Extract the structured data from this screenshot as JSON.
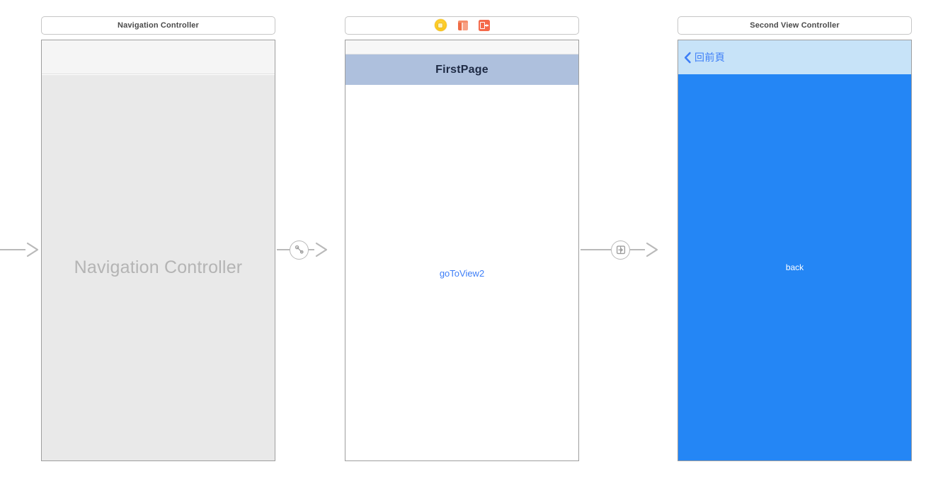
{
  "canvas": {
    "background": "#ffffff",
    "accent_blue": "#3d7ef7",
    "screen_blue": "#2486f5",
    "navbar_firstpage_color": "#aec0dd",
    "navbar_second_color": "#c7e3f8",
    "placeholder_gray": "#e9e9e9"
  },
  "scenes": [
    {
      "id": "navigation-controller",
      "title": "Navigation Controller",
      "placeholder_label": "Navigation Controller"
    },
    {
      "id": "first-page",
      "dock_icons": [
        {
          "name": "view-controller-icon",
          "label": "View Controller"
        },
        {
          "name": "first-responder-icon",
          "label": "First Responder"
        },
        {
          "name": "exit-icon",
          "label": "Exit"
        }
      ],
      "navbar_title": "FirstPage",
      "button_label": "goToView2"
    },
    {
      "id": "second-view-controller",
      "title": "Second View Controller",
      "back_button_label": "回前頁",
      "back_chevron_icon": "chevron-left-icon",
      "button_label": "back"
    }
  ],
  "connectors": [
    {
      "id": "entry-point",
      "icon": "arrow-right-icon",
      "badge": null
    },
    {
      "id": "relationship-segue",
      "icon": "arrow-right-icon",
      "badge": "relationship-segue-icon"
    },
    {
      "id": "show-segue",
      "icon": "arrow-right-icon",
      "badge": "show-segue-icon"
    }
  ]
}
